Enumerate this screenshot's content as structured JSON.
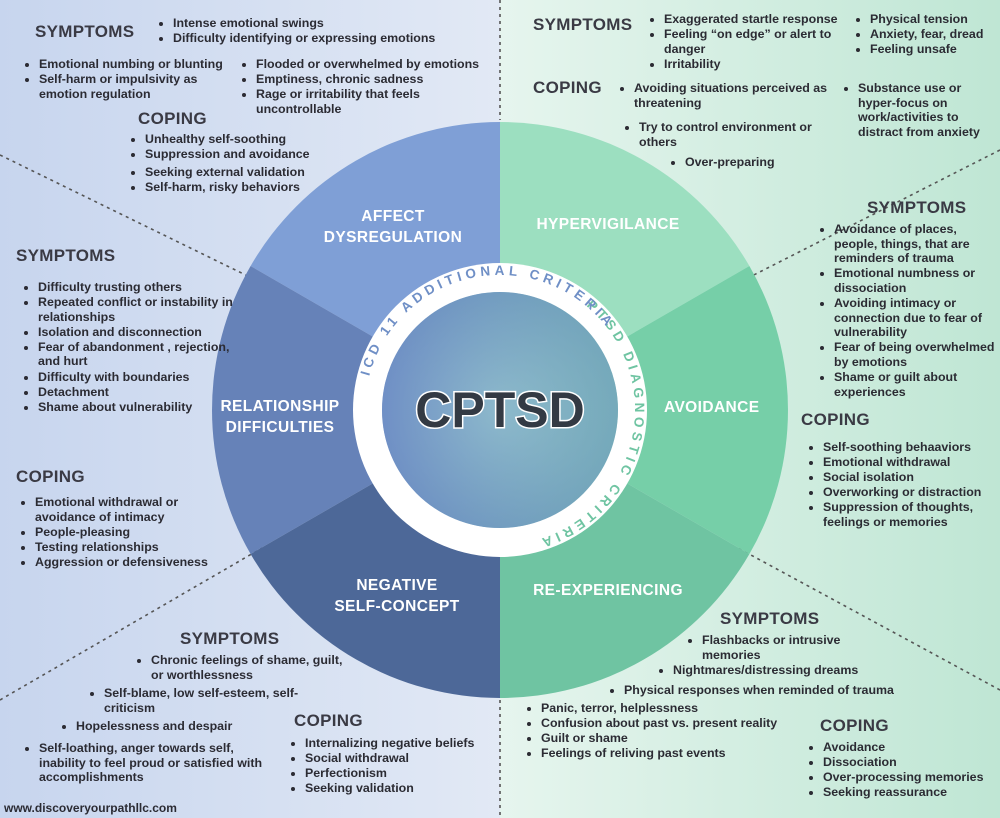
{
  "center_title": "CPTSD",
  "ring": {
    "ptsd_label": "PTSD DIAGNOSTIC CRITERIA",
    "icd_label": "ICD 11 ADDITIONAL CRITERIA"
  },
  "segments": {
    "affect": [
      "AFFECT",
      "DYSREGULATION"
    ],
    "hypervigilance": [
      "HYPERVIGILANCE"
    ],
    "avoidance": [
      "AVOIDANCE"
    ],
    "reexperiencing": [
      "RE-EXPERIENCING"
    ],
    "negative": [
      "NEGATIVE",
      "SELF-CONCEPT"
    ],
    "relationship": [
      "RELATIONSHIP",
      "DIFFICULTIES"
    ]
  },
  "affect": {
    "symptoms_heading": "SYMPTOMS",
    "symptoms_a": [
      "Intense emotional swings",
      "Difficulty identifying or expressing emotions"
    ],
    "symptoms_b": [
      "Emotional numbing or blunting",
      "Self-harm or impulsivity as emotion regulation"
    ],
    "symptoms_c": [
      "Flooded or overwhelmed by emotions",
      "Emptiness, chronic sadness",
      "Rage or irritability that feels uncontrollable"
    ],
    "coping_heading": "COPING",
    "coping": [
      "Unhealthy self-soothing",
      "Suppression and avoidance",
      "Seeking external validation",
      "Self-harm, risky behaviors"
    ]
  },
  "hypervigilance": {
    "symptoms_heading": "SYMPTOMS",
    "symptoms_a": [
      "Exaggerated startle response",
      "Feeling “on edge” or alert to danger",
      "Irritability"
    ],
    "symptoms_b": [
      "Physical tension",
      "Anxiety, fear, dread",
      "Feeling unsafe"
    ],
    "coping_heading": "COPING",
    "coping_a": [
      "Avoiding situations perceived as threatening"
    ],
    "coping_b": [
      "Try to control environment or others"
    ],
    "coping_c": [
      "Over-preparing"
    ],
    "coping_d": [
      "Substance use or hyper-focus on work/activities to distract from anxiety"
    ]
  },
  "avoidance": {
    "symptoms_heading": "SYMPTOMS",
    "symptoms": [
      "Avoidance of places, people, things, that are reminders of trauma",
      "Emotional numbness or dissociation",
      "Avoiding intimacy or connection due to fear of vulnerability",
      "Fear of being overwhelmed by emotions",
      "Shame or guilt about experiences"
    ],
    "coping_heading": "COPING",
    "coping": [
      "Self-soothing behaaviors",
      "Emotional withdrawal",
      "Social isolation",
      "Overworking or distraction",
      "Suppression of thoughts, feelings or memories"
    ]
  },
  "reexperiencing": {
    "symptoms_heading": "SYMPTOMS",
    "symptoms_a": [
      "Flashbacks or intrusive memories"
    ],
    "symptoms_b": [
      "Nightmares/distressing dreams"
    ],
    "symptoms_c": [
      "Physical responses when reminded of trauma"
    ],
    "symptoms_d": [
      "Panic, terror, helplessness",
      "Confusion about past vs. present reality",
      "Guilt or shame",
      "Feelings of reliving past events"
    ],
    "coping_heading": "COPING",
    "coping": [
      "Avoidance",
      "Dissociation",
      "Over-processing memories",
      "Seeking reassurance"
    ]
  },
  "negative": {
    "symptoms_heading": "SYMPTOMS",
    "symptoms_a": [
      "Chronic feelings of shame, guilt, or worthlessness"
    ],
    "symptoms_b": [
      "Self-blame, low self-esteem, self-criticism"
    ],
    "symptoms_c": [
      "Hopelessness and despair"
    ],
    "symptoms_d": [
      "Self-loathing, anger towards self, inability to feel proud or satisfied with accomplishments"
    ],
    "coping_heading": "COPING",
    "coping": [
      "Internalizing negative beliefs",
      "Social withdrawal",
      "Perfectionism",
      "Seeking validation"
    ]
  },
  "relationship": {
    "symptoms_heading": "SYMPTOMS",
    "symptoms": [
      "Difficulty trusting others",
      "Repeated conflict or instability in relationships",
      "Isolation and disconnection",
      "Fear of abandonment , rejection, and hurt",
      "Difficulty with boundaries",
      "Detachment",
      "Shame about vulnerability"
    ],
    "coping_heading": "COPING",
    "coping": [
      "Emotional withdrawal or avoidance of intimacy",
      "People-pleasing",
      "Testing relationships",
      "Aggression or defensiveness"
    ]
  },
  "website": "www.discoveryourpathllc.com",
  "colors": {
    "affect": "#7f9fd6",
    "relationship": "#6682b8",
    "negative": "#4d6898",
    "hypervigilance": "#9cdfc0",
    "avoidance": "#76cfa8",
    "reexperiencing": "#6fc4a2"
  }
}
